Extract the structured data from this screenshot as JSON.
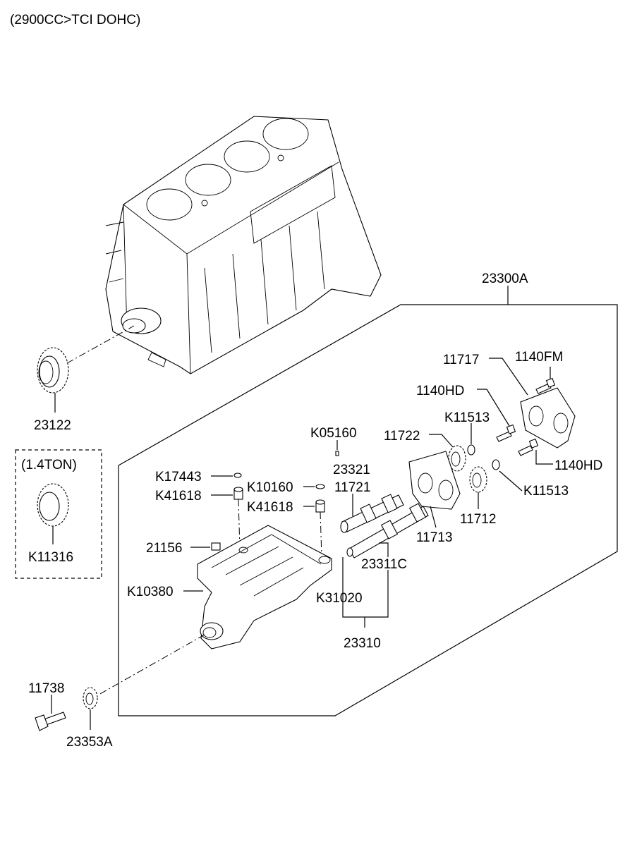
{
  "header": {
    "engine_spec": "(2900CC>TCI DOHC)"
  },
  "variant_box": {
    "label": "(1.4TON)",
    "part": "K11316"
  },
  "parts": {
    "p23300A": "23300A",
    "p23122": "23122",
    "p11717": "11717",
    "p1140FM": "1140FM",
    "p1140HD_a": "1140HD",
    "p1140HD_b": "1140HD",
    "pK11513_a": "K11513",
    "pK11513_b": "K11513",
    "p11722": "11722",
    "pK05160": "K05160",
    "p23321": "23321",
    "pK17443": "K17443",
    "pK41618_a": "K41618",
    "pK41618_b": "K41618",
    "pK10160": "K10160",
    "p11721": "11721",
    "p11712": "11712",
    "p11713": "11713",
    "p21156": "21156",
    "p23311C": "23311C",
    "pK10380": "K10380",
    "pK31020": "K31020",
    "p23310": "23310",
    "p11738": "11738",
    "p23353A": "23353A"
  },
  "icons": [
    "engine-block-icon",
    "crank-sprocket-icon",
    "balance-shaft-housing-icon",
    "balance-shaft-icon",
    "gear-icon",
    "cover-icon",
    "bolt-icon",
    "washer-icon",
    "driven-sprocket-icon"
  ]
}
